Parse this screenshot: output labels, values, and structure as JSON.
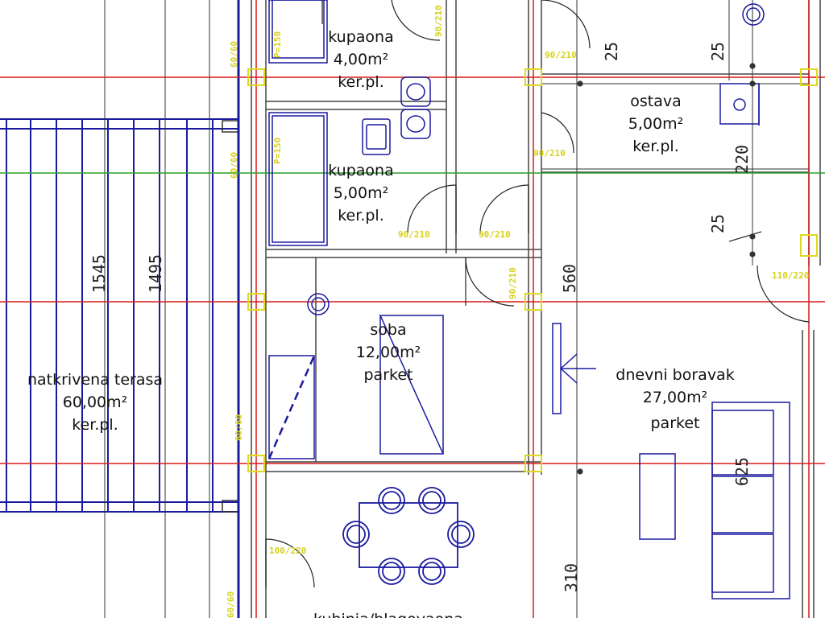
{
  "plan": {
    "rooms": [
      {
        "id": "kupaona-1",
        "name": "kupaona",
        "area": "4,00m²",
        "floor": "ker.pl."
      },
      {
        "id": "kupaona-2",
        "name": "kupaona",
        "area": "5,00m²",
        "floor": "ker.pl."
      },
      {
        "id": "ostava",
        "name": "ostava",
        "area": "5,00m²",
        "floor": "ker.pl."
      },
      {
        "id": "soba",
        "name": "soba",
        "area": "12,00m²",
        "floor": "parket"
      },
      {
        "id": "terasa",
        "name": "natkrivena terasa",
        "area": "60,00m²",
        "floor": "ker.pl."
      },
      {
        "id": "boravak",
        "name": "dnevni boravak",
        "area": "27,00m²",
        "floor": "parket"
      },
      {
        "id": "kuhinja",
        "name": "kuhinja/blagovaona",
        "area": "",
        "floor": ""
      }
    ],
    "dimensions": [
      "1545",
      "1495",
      "560",
      "310",
      "625",
      "220",
      "25",
      "25",
      "25"
    ],
    "door_tags": [
      "90/210",
      "90/210",
      "90/210",
      "90/210",
      "90/210",
      "90/210",
      "110/220",
      "100/220",
      "60/60",
      "60/60",
      "60/60",
      "60/60",
      "P=150",
      "P=150"
    ]
  },
  "colors": {
    "wall": "#1a1aa0",
    "grid_red": "#d91c1c",
    "grid_green": "#2aa12a",
    "tag_yellow": "#e0d81b",
    "line_gray": "#555555"
  }
}
